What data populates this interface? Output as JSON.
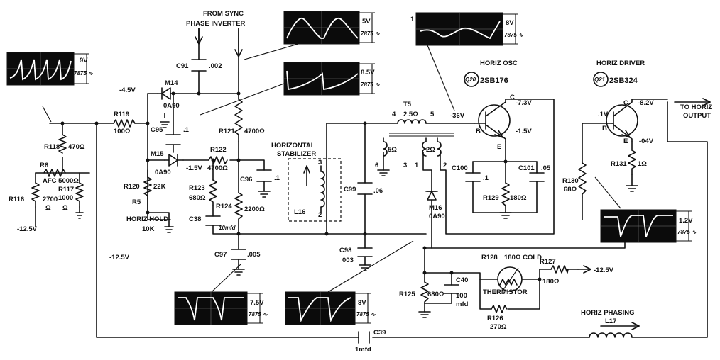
{
  "headers": {
    "sync": [
      "FROM SYNC",
      "PHASE INVERTER"
    ],
    "osc": "HORIZ OSC",
    "driver": "HORIZ DRIVER",
    "output": [
      "TO HORIZ",
      "OUTPUT"
    ],
    "stabilizer": [
      "HORIZONTAL",
      "STABILIZER"
    ],
    "phasing": "HORIZ PHASING",
    "thermistor": "THERMISTOR"
  },
  "transistors": {
    "q20": {
      "id": "Q20",
      "part": "2SB176",
      "c": "-7.3V",
      "e": "-1.5V",
      "b": "B",
      "ct": "C",
      "et": "E",
      "bv": "-36V"
    },
    "q21": {
      "id": "Q21",
      "part": "2SB324",
      "c": "-8.2V",
      "e": "-04V",
      "b": "B",
      "ct": "C",
      "et": "E",
      "bv": ".1V"
    }
  },
  "components": {
    "c91": "C91",
    "c91v": ".002",
    "m14": "M14",
    "m14p": "0A90",
    "m15": "M15",
    "m15p": "0A90",
    "m16": "M16",
    "m16p": "0A90",
    "c95": "C95",
    "c95v": ".1",
    "r119": "R119",
    "r119v": "100Ω",
    "r118": "R118",
    "r118v": "470Ω",
    "r6": "R6",
    "r6v": "AFC 5000Ω",
    "r116": "R116",
    "r116v": "2700",
    "r116u": "Ω",
    "r117": "R117",
    "r117v": "1000",
    "r117u": "Ω",
    "r120": "R120",
    "r120v": "22K",
    "r5": "R5",
    "r5v": "HORIZ HOLD",
    "r5v2": "10K",
    "r121": "R121",
    "r121v": "4700Ω",
    "r122": "R122",
    "r122v": "4700Ω",
    "r123": "R123",
    "r123v": "680Ω",
    "r124": "R124",
    "r124v": "2200Ω",
    "c96": "C96",
    "c96v": ".1",
    "c38": "C38",
    "c38v": "10mfd",
    "c97": "C97",
    "c97v": ".005",
    "c98": "C98",
    "c98v": "003",
    "c99": "C99",
    "c99v": ".06",
    "l16": "L16",
    "t5": "T5",
    "t5v": "2.5Ω",
    "t5a": "5Ω",
    "t5b": "2Ω",
    "c100": "C100",
    "c100v": ".1",
    "c101": "C101",
    "c101v": ".05",
    "r129": "R129",
    "r129v": "180Ω",
    "r130": "R130",
    "r130v": "68Ω",
    "r131": "R131",
    "r131v": "1Ω",
    "r128": "R128",
    "r128v": "180Ω COLD",
    "r127": "R127",
    "r127v": "180Ω",
    "r126": "R126",
    "r126v": "270Ω",
    "r125": "R125",
    "r125v": "680Ω",
    "c40": "C40",
    "c40v": "100",
    "c40u": "mfd",
    "c39": "C39",
    "c39v": "1mfd",
    "l17": "L17"
  },
  "voltages": {
    "m14": "-4.5V",
    "m15": "-1.5V",
    "r116": "-12.5V",
    "r5": "-12.5V",
    "r127": "-12.5V"
  },
  "pins": {
    "t5_4": "4",
    "t5_5": "5",
    "t5_6": "6",
    "t5_3": "3",
    "t5_1": "1",
    "t5_2": "2",
    "l16_3": "3",
    "l16_2": "2"
  },
  "waveforms": [
    {
      "v": "9V",
      "f": "7875 ∿"
    },
    {
      "v": "5V",
      "f": "7875 ∿"
    },
    {
      "v": "8.5V",
      "f": "7875 ∿"
    },
    {
      "v": "8V",
      "f": "7875 ∿",
      "tag": "1"
    },
    {
      "v": "1.2V",
      "f": "7875 ∿"
    },
    {
      "v": "7.5V",
      "f": "7875 ∿"
    },
    {
      "v": "8V",
      "f": "7875 ∿"
    }
  ]
}
